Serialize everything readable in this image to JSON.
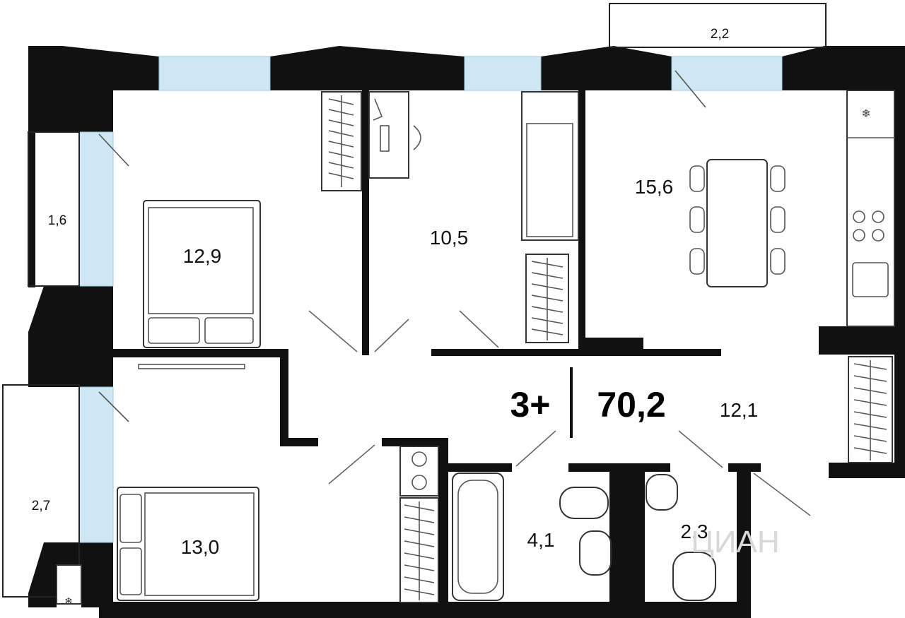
{
  "plan": {
    "rooms": [
      {
        "id": "balcony-top",
        "area": "2,2"
      },
      {
        "id": "balcony-left-upper",
        "area": "1,6"
      },
      {
        "id": "bedroom-1",
        "area": "12,9"
      },
      {
        "id": "bedroom-2",
        "area": "10,5"
      },
      {
        "id": "kitchen-living",
        "area": "15,6"
      },
      {
        "id": "hallway",
        "area": "12,1"
      },
      {
        "id": "balcony-left-lower",
        "area": "2,7"
      },
      {
        "id": "bedroom-3",
        "area": "13,0"
      },
      {
        "id": "bathroom",
        "area": "4,1"
      },
      {
        "id": "toilet",
        "area": "2,3"
      }
    ],
    "summary": {
      "rooms": "3+",
      "area": "70,2"
    },
    "watermark": "ЦИАН"
  },
  "colors": {
    "wall": "#111111",
    "window": "#cfe6f3",
    "background": "#ffffff"
  }
}
